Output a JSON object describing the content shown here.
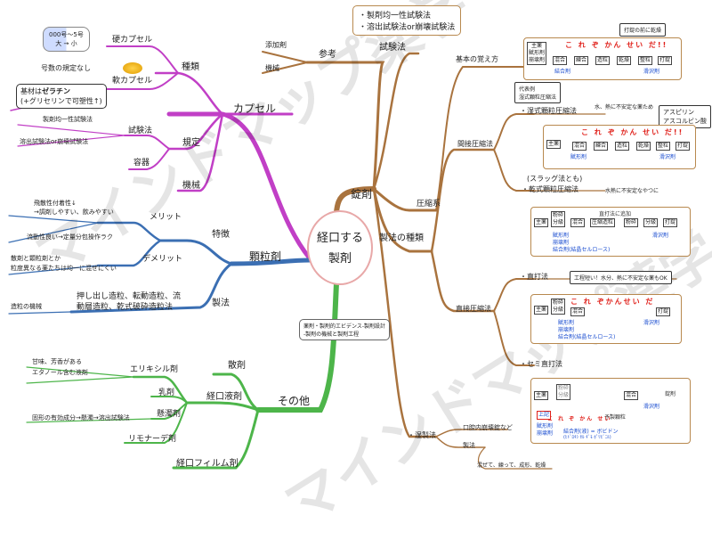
{
  "center": {
    "line1": "経口する",
    "line2": "製剤"
  },
  "watermarks": [
    "マインドマップ薬学",
    "マインドマップ薬学"
  ],
  "capsule": {
    "title": "カプセル",
    "types": "種類",
    "hard": "硬カプセル",
    "hard_note": {
      "line1": "000号〜5号",
      "line2": "大 → 小"
    },
    "soft": "軟カプセル",
    "size_note": "号数の規定なし",
    "gelatin_note": {
      "prefix": "基材は",
      "bold": "ゼラチン",
      "line2": "(+グリセリンで可塑性↑)"
    },
    "regulation": "規定",
    "test_method": "試験法",
    "test1": "製剤均一性試験法",
    "test2": "溶出試験法or崩壊試験法",
    "container": "容器",
    "machine": "機械"
  },
  "granules": {
    "title": "顆粒剤",
    "feature": "特徴",
    "merit": "メリット",
    "merit1a": "飛散性付着性↓",
    "merit1b": "→調剤しやすい、飲みやすい",
    "merit2": "流動性良い→定量分包操作ラク",
    "demerit": "デメリット",
    "demerit1a": "散剤と顆粒剤とか",
    "demerit1b": "粒度異なる薬たちは均一に混ぜにくい",
    "method": "製法",
    "method1a": "押し出し造粒、転動造粒、流",
    "method1b": "動層造粒、乾式破砕造粒法",
    "machine": "造粒の機械"
  },
  "others": {
    "title": "その他",
    "powder": "散剤",
    "oral_liquid": "経口液剤",
    "elixir": "エリキシル剤",
    "elixir_note1": "甘味、芳香がある",
    "elixir_note2": "エタノール含む液剤",
    "emulsion": "乳剤",
    "suspension": "懸濁剤",
    "suspension_note": "固形の有効成分→懸濁→溶出試験法",
    "lemonade": "リモナーデ剤",
    "film": "経口フィルム剤",
    "green_note1": "薬剤・製剤的エビデンス-製剤設計",
    "green_note2": "-製剤の機械と製剤工程"
  },
  "tablet": {
    "title": "錠剤",
    "reference": "参考",
    "additive": "添加剤",
    "machine": "機械",
    "test_method": "試験法",
    "test_note1": "・製剤均一性試験法",
    "test_note2": "・溶出試験法or崩壊試験法",
    "compression": "圧縮系",
    "basic": "基本の覚え方",
    "kinds": "製法の種類",
    "indirect": "間接圧縮法",
    "wet": "・湿式顆粒圧縮法",
    "wet_note": "水、熱に不安定な薬ため",
    "wet_examples1": "アスピリン",
    "wet_examples2": "アスコルビン酸",
    "slug": "(スラッグ法とも)",
    "dry": "・乾式顆粒圧縮法",
    "dry_note": "水熱に不安定なやつに",
    "direct": "直接圧縮法",
    "direct_tag": "・直打法",
    "direct_note": "工程短い！水分、熱に不安定な薬もOK",
    "semi_direct": "・セミ直打法",
    "wet_method": "・湿製法",
    "odt": "口腔内崩壊錠など",
    "production": "製法",
    "production_steps": "混ぜて、練って、成形、乾燥",
    "basic_note": "打錠の前に乾燥",
    "rep_note1": "代表例",
    "rep_note2": "湿式顆粒圧縮法",
    "mnemonic": "こ れ ぞ かん せい だ!!",
    "mnemonic_short": "こ れ ぞ かん せい",
    "mnemonic_direct": "こ れ ぞかんせい だ",
    "main_drug": "主薬",
    "excipient": "賦形剤",
    "binder": "結合剤",
    "disintegrant": "崩壊剤",
    "crush": "粉砕",
    "divide": "分級",
    "mix": "混合",
    "knead": "練合",
    "granulate": "造粒",
    "dry_step": "乾燥",
    "size": "整粒",
    "tablet_press": "打錠",
    "lubricant": "滑沢剤",
    "tablet_result": "錠剤",
    "compress_granulate": "圧縮造粒",
    "direct_add": "直打法に追加",
    "binder_note": "結合剤(結晶セルロース)",
    "preserve": "予製顆粒",
    "semi_binder": "結合剤(液) = ボビドン",
    "semi_binder_sub": "(ﾋﾄﾞﾛｷｼ ｾﾙ  ｷﾞﾓ  ﾎﾟﾘﾋﾞﾆﾙ)",
    "upper": "上記"
  },
  "colors": {
    "brown": "#a9733e",
    "purple": "#c13fc6",
    "blue": "#3b6fb3",
    "green": "#4db54a",
    "center_border": "#e8a8a8"
  }
}
